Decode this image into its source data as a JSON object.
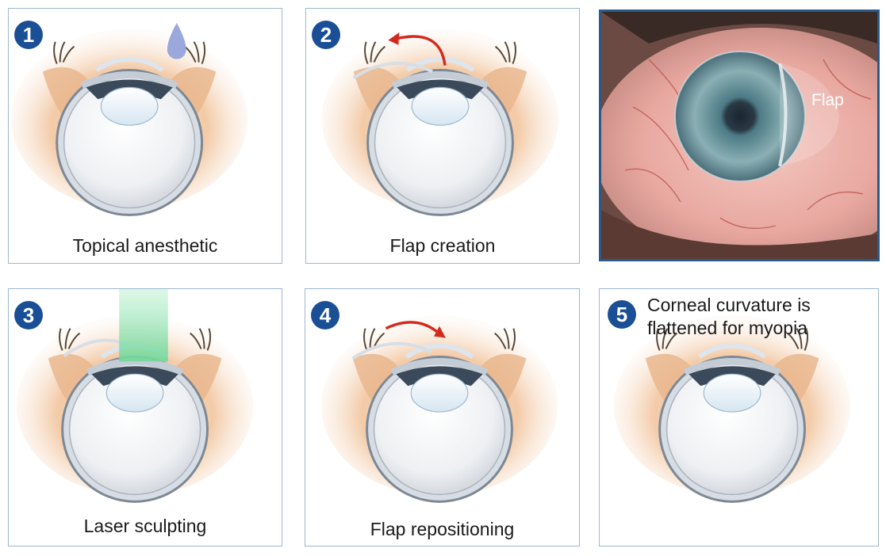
{
  "steps": [
    {
      "number": "1",
      "caption": "Topical anesthetic"
    },
    {
      "number": "2",
      "caption": "Flap creation"
    },
    {
      "number": "3",
      "caption": "Laser sculpting"
    },
    {
      "number": "4",
      "caption": "Flap repositioning"
    },
    {
      "number": "5",
      "caption_line1": "Corneal curvature is",
      "caption_line2": "flattened for myopia"
    }
  ],
  "photo": {
    "label": "Flap"
  },
  "colors": {
    "badge": "#1a4f96",
    "panel_border": "#9db7cf",
    "arrow": "#d42a1e",
    "drop": "#9aa8dc",
    "laser": "#8fe0b0",
    "skin": "#f2c7a3",
    "photo_border": "#2a5a8a"
  },
  "icons": [
    "eye-diagram-icon",
    "eye-drop-icon",
    "curved-arrow-icon",
    "laser-beam-icon",
    "eyelash-icon"
  ]
}
